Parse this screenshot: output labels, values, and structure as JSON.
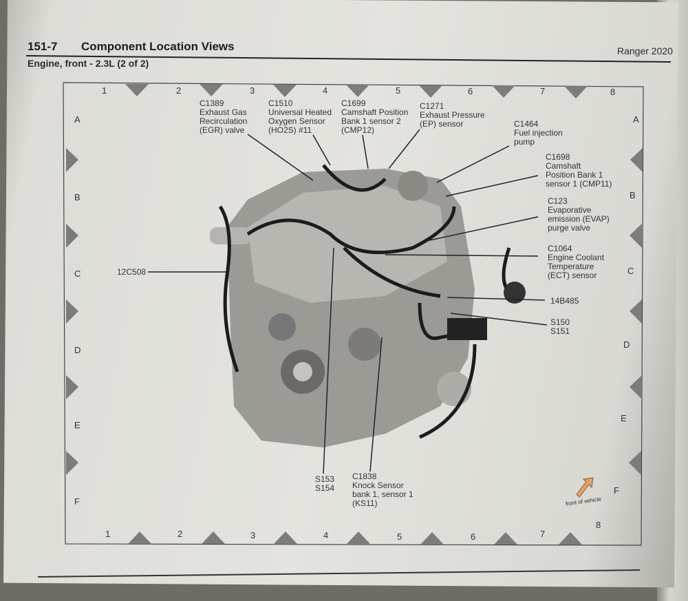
{
  "header": {
    "section": "151-7",
    "title": "Component Location Views",
    "model": "Ranger 2020",
    "subtitle": "Engine, front - 2.3L (2 of 2)"
  },
  "grid": {
    "columns": [
      "1",
      "2",
      "3",
      "4",
      "5",
      "6",
      "7",
      "8"
    ],
    "rows": [
      "A",
      "B",
      "C",
      "D",
      "E",
      "F"
    ]
  },
  "callouts": [
    {
      "id": "c1389",
      "text": "C1389\nExhaust Gas\nRecirculation\n(EGR) valve"
    },
    {
      "id": "c1510",
      "text": "C1510\nUniversal Heated\nOxygen Sensor\n(HO2S) #11"
    },
    {
      "id": "c1699",
      "text": "C1699\nCamshaft Position\nBank 1 sensor 2\n(CMP12)"
    },
    {
      "id": "c1271",
      "text": "C1271\nExhaust Pressure\n(EP) sensor"
    },
    {
      "id": "c1464",
      "text": "C1464\nFuel injection\npump"
    },
    {
      "id": "c1698",
      "text": "C1698\nCamshaft\nPosition Bank 1\nsensor 1 (CMP11)"
    },
    {
      "id": "c123",
      "text": "C123\nEvaporative\nemission (EVAP)\npurge valve"
    },
    {
      "id": "c1064",
      "text": "C1064\nEngine Coolant\nTemperature\n(ECT) sensor"
    },
    {
      "id": "14b485",
      "text": "14B485"
    },
    {
      "id": "s150",
      "text": "S150\nS151"
    },
    {
      "id": "12c508",
      "text": "12C508"
    },
    {
      "id": "s153",
      "text": "S153\nS154"
    },
    {
      "id": "c1838",
      "text": "C1838\nKnock Sensor\nbank 1, sensor 1\n(KS11)"
    }
  ],
  "front_of_vehicle": "front of vehicle"
}
